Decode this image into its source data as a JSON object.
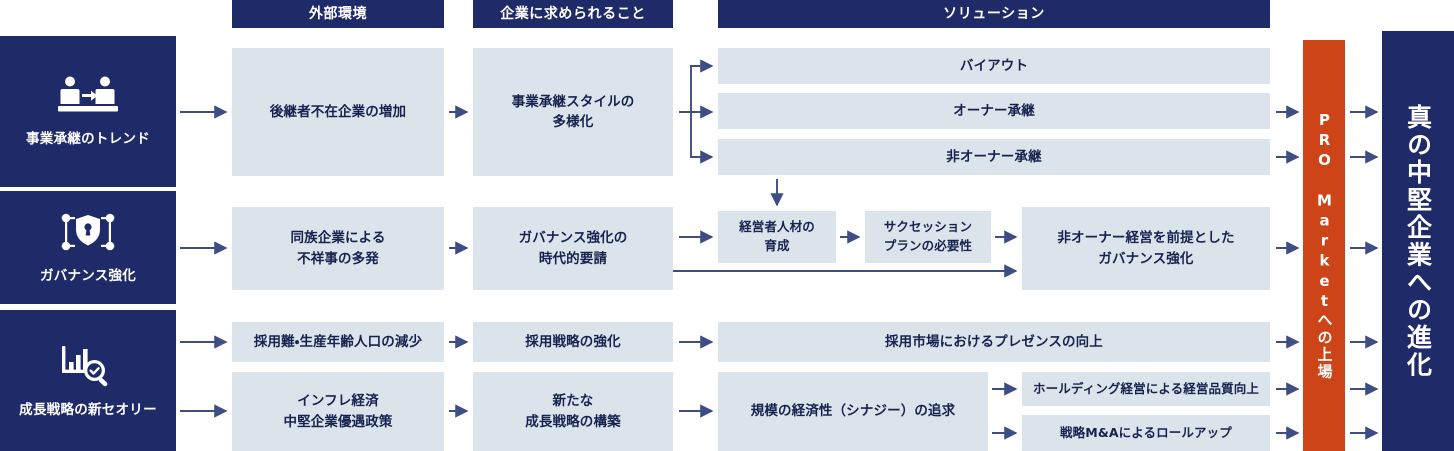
{
  "headers": [
    {
      "id": "external",
      "label": "外部環境"
    },
    {
      "id": "required",
      "label": "企業に求められること"
    },
    {
      "id": "solution",
      "label": "ソリューション"
    }
  ],
  "categories": [
    {
      "id": "succession",
      "label": "事業承継のトレンド",
      "icon": "people-handover-icon"
    },
    {
      "id": "governance",
      "label": "ガバナンス強化",
      "icon": "shield-keyhole-network-icon"
    },
    {
      "id": "growth",
      "label": "成長戦略の新セオリー",
      "icon": "bar-chart-magnifier-icon"
    }
  ],
  "external": [
    {
      "id": "ext-1",
      "label": "後継者不在企業の増加"
    },
    {
      "id": "ext-2",
      "label": "同族企業による\n不祥事の多発"
    },
    {
      "id": "ext-3",
      "label": "採用難・生産年齢人口の減少"
    },
    {
      "id": "ext-4",
      "label": "インフレ経済\n中堅企業優遇政策"
    }
  ],
  "required": [
    {
      "id": "req-1",
      "label": "事業承継スタイルの\n多様化"
    },
    {
      "id": "req-2",
      "label": "ガバナンス強化の\n時代的要請"
    },
    {
      "id": "req-3",
      "label": "採用戦略の強化"
    },
    {
      "id": "req-4",
      "label": "新たな\n成長戦略の構築"
    }
  ],
  "solutions": [
    {
      "id": "sol-buyout",
      "label": "バイアウト"
    },
    {
      "id": "sol-owner",
      "label": "オーナー承継"
    },
    {
      "id": "sol-nonowner",
      "label": "非オーナー承継"
    },
    {
      "id": "sol-talent",
      "label": "経営者人材の\n育成"
    },
    {
      "id": "sol-succession-plan",
      "label": "サクセッション\nプランの必要性"
    },
    {
      "id": "sol-nonowner-gov",
      "label": "非オーナー経営を前提とした\nガバナンス強化"
    },
    {
      "id": "sol-presence",
      "label": "採用市場におけるプレゼンスの向上"
    },
    {
      "id": "sol-scale",
      "label": "規模の経済性（シナジー）の追求"
    },
    {
      "id": "sol-holding",
      "label": "ホールディング経営による経営品質向上"
    },
    {
      "id": "sol-rollup",
      "label": "戦略M&Aによるロールアップ"
    }
  ],
  "listing": {
    "id": "pro-market",
    "label": "PRO Marketへの上場"
  },
  "outcome": {
    "id": "true-midsize",
    "label": "真の中堅企業への進化"
  },
  "colors": {
    "navy": "#1f2a68",
    "light_blue": "#dce4eb",
    "orange": "#cc4418",
    "arrow": "#3f4d85",
    "text_dark": "#16234f",
    "white": "#ffffff"
  }
}
